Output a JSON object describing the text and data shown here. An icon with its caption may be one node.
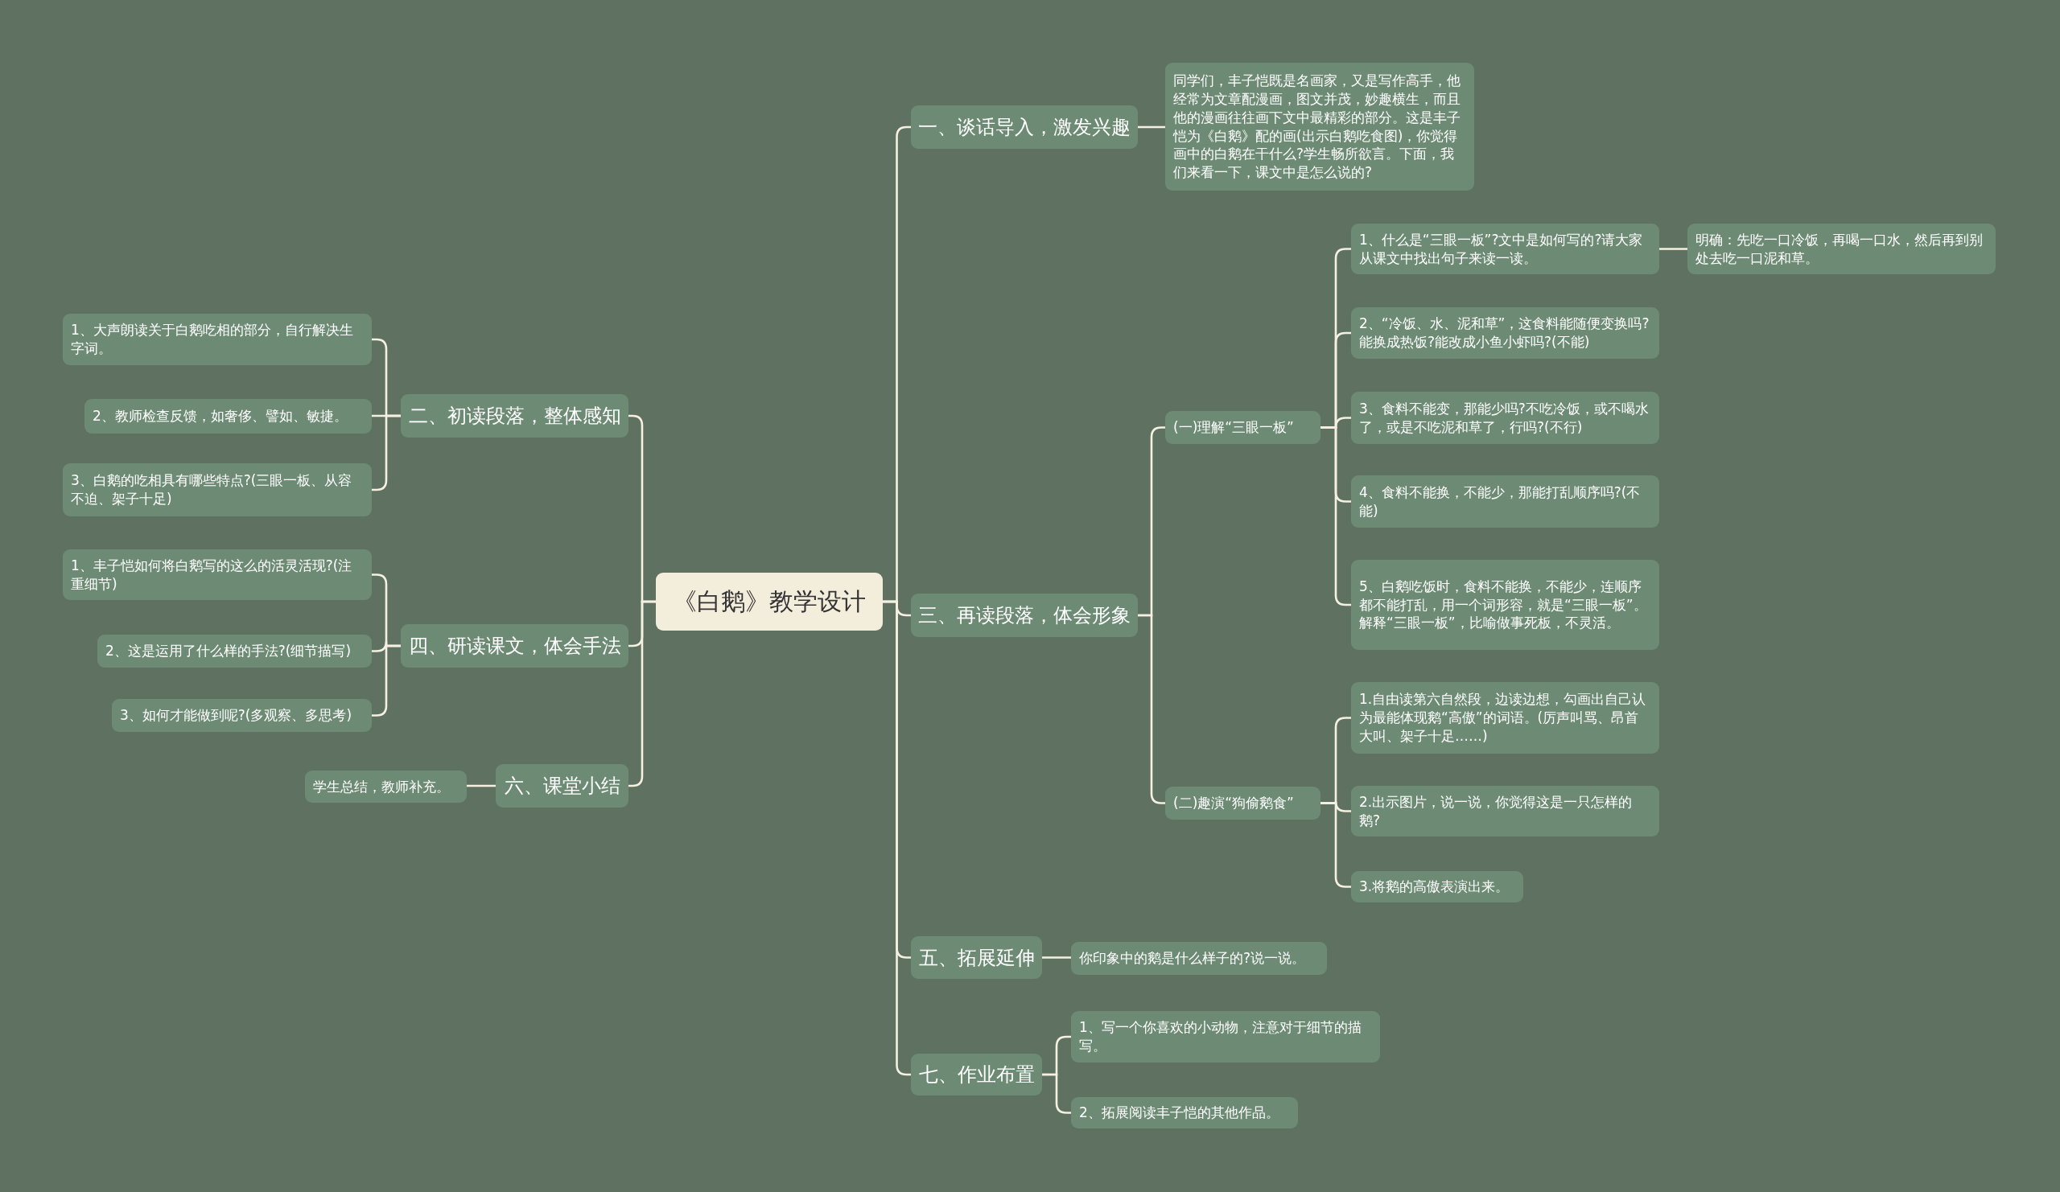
{
  "diagram": {
    "nodes": [
      {
        "text": [
          "《白鹅》教学设计"
        ]
      },
      {
        "text": [
          "一、谈话导入，激发兴趣"
        ]
      },
      {
        "text": [
          "同学们，丰子恺既是名画家，又是写作高手，他经常为文章配漫画，图文并茂，妙趣横生，而且他的漫画往往画下文中最精彩的部分。这是丰子恺为《白鹅》配的画(出示白鹅吃食图)，你觉得画中的白鹅在干什么?学生畅所欲言。下面，我们来看一下，课文中是怎么说的?"
        ]
      },
      {
        "text": [
          "三、再读段落，体会形象"
        ]
      },
      {
        "text": [
          "(一)理解“三眼一板”"
        ]
      },
      {
        "text": [
          "1、什么是“三眼一板”?文中是如何写的?请大家从课文中找出句子来读一读。"
        ]
      },
      {
        "text": [
          "明确：先吃一口冷饭，再喝一口水，然后再到别处去吃一口泥和草。"
        ]
      },
      {
        "text": [
          "2、“冷饭、水、泥和草”，这食料能随便变换吗?能换成热饭?能改成小鱼小虾吗?(不能)"
        ]
      },
      {
        "text": [
          "3、食料不能变，那能少吗?不吃冷饭，或不喝水了，或是不吃泥和草了，行吗?(不行)"
        ]
      },
      {
        "text": [
          "4、食料不能换，不能少，那能打乱顺序吗?(不能)"
        ]
      },
      {
        "text": [
          "5、白鹅吃饭时，食料不能换，不能少，连顺序都不能打乱，用一个词形容，就是“三眼一板”。解释“三眼一板”，比喻做事死板，不灵活。"
        ]
      },
      {
        "text": [
          "(二)趣演“狗偷鹅食”"
        ]
      },
      {
        "text": [
          "1.自由读第六自然段，边读边想，勾画出自己认为最能体现鹅“高傲”的词语。(厉声叫骂、昂首大叫、架子十足……)"
        ]
      },
      {
        "text": [
          "2.出示图片，说一说，你觉得这是一只怎样的鹅?"
        ]
      },
      {
        "text": [
          "3.将鹅的高傲表演出来。"
        ]
      },
      {
        "text": [
          "五、拓展延伸"
        ]
      },
      {
        "text": [
          "你印象中的鹅是什么样子的?说一说。"
        ]
      },
      {
        "text": [
          "七、作业布置"
        ]
      },
      {
        "text": [
          "1、写一个你喜欢的小动物，注意对于细节的描写。"
        ]
      },
      {
        "text": [
          "2、拓展阅读丰子恺的其他作品。"
        ]
      },
      {
        "text": [
          "二、初读段落，整体感知"
        ]
      },
      {
        "text": [
          "1、大声朗读关于白鹅吃相的部分，自行解决生字词。"
        ]
      },
      {
        "text": [
          "2、教师检查反馈，如奢侈、譬如、敏捷。"
        ]
      },
      {
        "text": [
          "3、白鹅的吃相具有哪些特点?(三眼一板、从容不迫、架子十足)"
        ]
      },
      {
        "text": [
          "四、研读课文，体会手法"
        ]
      },
      {
        "text": [
          "1、丰子恺如何将白鹅写的这么的活灵活现?(注重细节)"
        ]
      },
      {
        "text": [
          "2、这是运用了什么样的手法?(细节描写)"
        ]
      },
      {
        "text": [
          "3、如何才能做到呢?(多观察、多思考)"
        ]
      },
      {
        "text": [
          "六、课堂小结"
        ]
      },
      {
        "text": [
          "学生总结，教师补充。"
        ]
      }
    ],
    "edges": [
      {
        "from": 0,
        "to": 1,
        "arrow": "none"
      },
      {
        "from": 1,
        "to": 2,
        "arrow": "none"
      },
      {
        "from": 0,
        "to": 3,
        "arrow": "none"
      },
      {
        "from": 3,
        "to": 4,
        "arrow": "none"
      },
      {
        "from": 4,
        "to": 5,
        "arrow": "none"
      },
      {
        "from": 5,
        "to": 6,
        "arrow": "none"
      },
      {
        "from": 4,
        "to": 7,
        "arrow": "none"
      },
      {
        "from": 4,
        "to": 8,
        "arrow": "none"
      },
      {
        "from": 4,
        "to": 9,
        "arrow": "none"
      },
      {
        "from": 4,
        "to": 10,
        "arrow": "none"
      },
      {
        "from": 3,
        "to": 11,
        "arrow": "none"
      },
      {
        "from": 11,
        "to": 12,
        "arrow": "none"
      },
      {
        "from": 11,
        "to": 13,
        "arrow": "none"
      },
      {
        "from": 11,
        "to": 14,
        "arrow": "none"
      },
      {
        "from": 0,
        "to": 15,
        "arrow": "none"
      },
      {
        "from": 15,
        "to": 16,
        "arrow": "none"
      },
      {
        "from": 0,
        "to": 17,
        "arrow": "none"
      },
      {
        "from": 17,
        "to": 18,
        "arrow": "none"
      },
      {
        "from": 17,
        "to": 19,
        "arrow": "none"
      },
      {
        "from": 0,
        "to": 20,
        "arrow": "none"
      },
      {
        "from": 20,
        "to": 21,
        "arrow": "none"
      },
      {
        "from": 20,
        "to": 22,
        "arrow": "none"
      },
      {
        "from": 20,
        "to": 23,
        "arrow": "none"
      },
      {
        "from": 0,
        "to": 24,
        "arrow": "none"
      },
      {
        "from": 24,
        "to": 25,
        "arrow": "none"
      },
      {
        "from": 24,
        "to": 26,
        "arrow": "none"
      },
      {
        "from": 24,
        "to": 27,
        "arrow": "none"
      },
      {
        "from": 0,
        "to": 28,
        "arrow": "none"
      },
      {
        "from": 28,
        "to": 29,
        "arrow": "none"
      }
    ]
  }
}
